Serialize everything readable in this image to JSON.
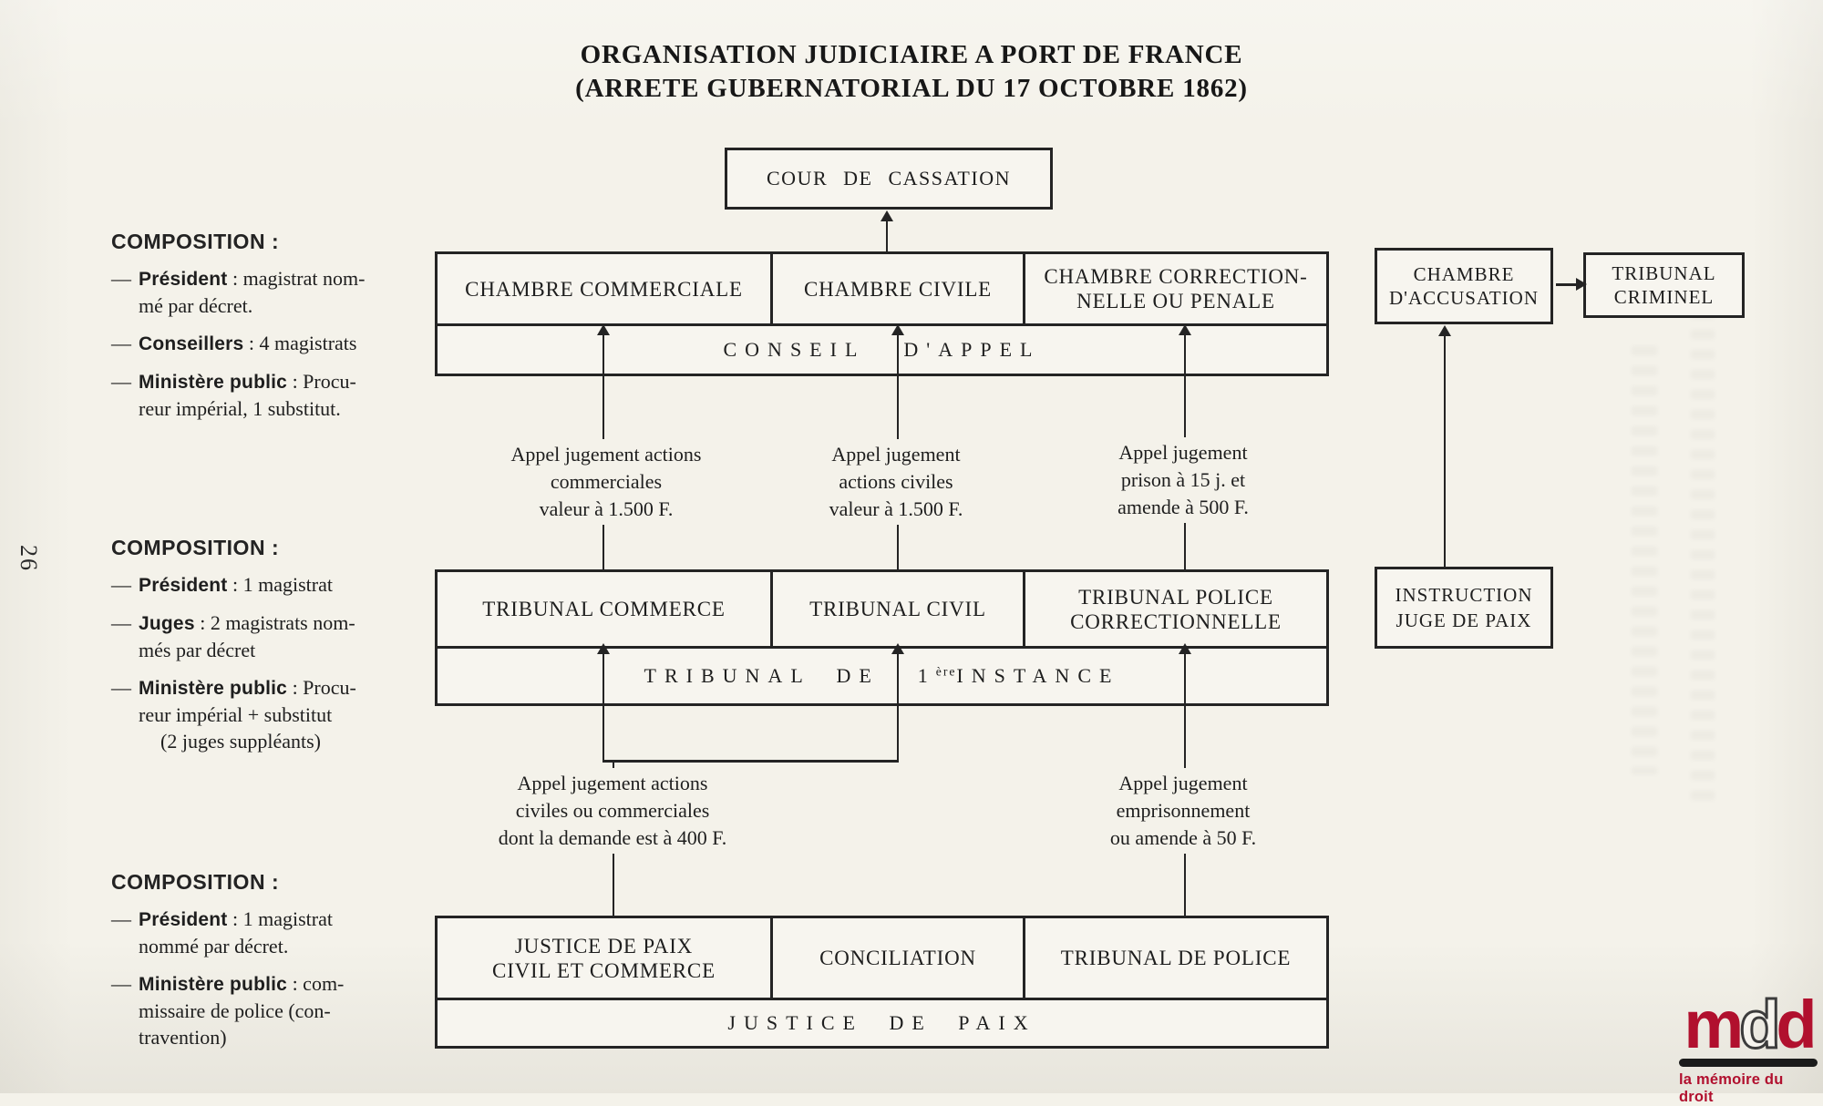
{
  "page_number": "26",
  "title": {
    "line1": "ORGANISATION JUDICIAIRE A PORT DE FRANCE",
    "line2": "(ARRETE GUBERNATORIAL DU 17 OCTOBRE 1862)"
  },
  "diagram": {
    "cassation": "COUR DE CASSATION",
    "appeal_court": {
      "chambers": [
        {
          "line1": "CHAMBRE COMMERCIALE",
          "line2": ""
        },
        {
          "line1": "CHAMBRE CIVILE",
          "line2": ""
        },
        {
          "line1": "CHAMBRE CORRECTION-",
          "line2": "NELLE OU PENALE"
        }
      ],
      "band": {
        "part1": "CONSEIL",
        "part2": "D'APPEL"
      }
    },
    "accusation": {
      "line1": "CHAMBRE",
      "line2": "D'ACCUSATION"
    },
    "criminel": {
      "line1": "TRIBUNAL",
      "line2": "CRIMINEL"
    },
    "first_instance": {
      "courts": [
        {
          "line1": "TRIBUNAL COMMERCE",
          "line2": ""
        },
        {
          "line1": "TRIBUNAL CIVIL",
          "line2": ""
        },
        {
          "line1": "TRIBUNAL POLICE",
          "line2": "CORRECTIONNELLE"
        }
      ],
      "band": {
        "part1": "TRIBUNAL DE",
        "num": "1",
        "sup": "ère",
        "part2": "INSTANCE"
      }
    },
    "instruction": {
      "line1": "INSTRUCTION",
      "line2": "JUGE DE PAIX"
    },
    "justice_paix": {
      "courts": [
        {
          "line1": "JUSTICE DE PAIX",
          "line2": "CIVIL ET COMMERCE"
        },
        {
          "line1": "CONCILIATION",
          "line2": ""
        },
        {
          "line1": "TRIBUNAL DE POLICE",
          "line2": ""
        }
      ],
      "band": "JUSTICE DE PAIX"
    },
    "annotations": [
      {
        "l1": "Appel jugement actions",
        "l2": "commerciales",
        "l3": "valeur à 1.500 F."
      },
      {
        "l1": "Appel jugement",
        "l2": "actions civiles",
        "l3": "valeur à 1.500 F."
      },
      {
        "l1": "Appel jugement",
        "l2": "prison à 15 j. et",
        "l3": "amende à 500 F."
      },
      {
        "l1": "Appel jugement actions",
        "l2": "civiles ou commerciales",
        "l3": "dont la demande est à 400 F."
      },
      {
        "l1": "Appel jugement",
        "l2": "emprisonnement",
        "l3": "ou amende à 50 F."
      }
    ]
  },
  "compositions": [
    {
      "heading": "COMPOSITION :",
      "items": [
        {
          "dash": "—",
          "lead": "Président",
          "rest": " : magistrat nom-",
          "cont1": "mé par décret.",
          "cont2": ""
        },
        {
          "dash": "—",
          "lead": "Conseillers",
          "rest": " : 4 magistrats",
          "cont1": "",
          "cont2": ""
        },
        {
          "dash": "—",
          "lead": "Ministère public",
          "rest": " : Procu-",
          "cont1": "reur impérial, 1 substitut.",
          "cont2": ""
        }
      ]
    },
    {
      "heading": "COMPOSITION :",
      "items": [
        {
          "dash": "—",
          "lead": "Président",
          "rest": " : 1 magistrat",
          "cont1": "",
          "cont2": ""
        },
        {
          "dash": "—",
          "lead": "Juges",
          "rest": " : 2 magistrats nom-",
          "cont1": "més par décret",
          "cont2": ""
        },
        {
          "dash": "—",
          "lead": "Ministère public",
          "rest": " : Procu-",
          "cont1": "reur impérial + substitut",
          "cont2": "(2 juges suppléants)"
        }
      ]
    },
    {
      "heading": "COMPOSITION :",
      "items": [
        {
          "dash": "—",
          "lead": "Président",
          "rest": " : 1 magistrat",
          "cont1": "nommé par décret.",
          "cont2": ""
        },
        {
          "dash": "—",
          "lead": "Ministère public",
          "rest": " : com-",
          "cont1": "missaire de police (con-",
          "cont2": "travention)"
        }
      ]
    }
  ],
  "logo": {
    "m": "m",
    "d1": "d",
    "d2": "d",
    "tagline": "la mémoire du droit",
    "brand_red": "#b1102e",
    "ink": "#242424",
    "paper": "#f4f2ea"
  }
}
